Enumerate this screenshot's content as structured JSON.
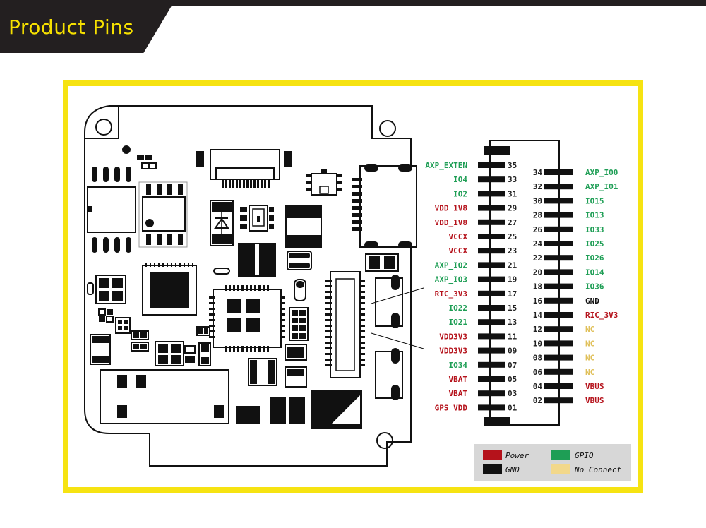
{
  "header": {
    "title": "Product Pins"
  },
  "colors": {
    "power": "#b5121b",
    "gpio": "#1e9e55",
    "gnd": "#111111",
    "nc": "#e0c05a",
    "frame": "#f6e312"
  },
  "left_pins": [
    {
      "label": "AXP_EXTEN",
      "num": "35",
      "type": "gpio"
    },
    {
      "label": "IO4",
      "num": "33",
      "type": "gpio"
    },
    {
      "label": "IO2",
      "num": "31",
      "type": "gpio"
    },
    {
      "label": "VDD_1V8",
      "num": "29",
      "type": "power"
    },
    {
      "label": "VDD_1V8",
      "num": "27",
      "type": "power"
    },
    {
      "label": "VCCX",
      "num": "25",
      "type": "power"
    },
    {
      "label": "VCCX",
      "num": "23",
      "type": "power"
    },
    {
      "label": "AXP_IO2",
      "num": "21",
      "type": "gpio"
    },
    {
      "label": "AXP_IO3",
      "num": "19",
      "type": "gpio"
    },
    {
      "label": "RTC_3V3",
      "num": "17",
      "type": "power"
    },
    {
      "label": "IO22",
      "num": "15",
      "type": "gpio"
    },
    {
      "label": "IO21",
      "num": "13",
      "type": "gpio"
    },
    {
      "label": "VDD3V3",
      "num": "11",
      "type": "power"
    },
    {
      "label": "VDD3V3",
      "num": "09",
      "type": "power"
    },
    {
      "label": "IO34",
      "num": "07",
      "type": "gpio"
    },
    {
      "label": "VBAT",
      "num": "05",
      "type": "power"
    },
    {
      "label": "VBAT",
      "num": "03",
      "type": "power"
    },
    {
      "label": "GPS_VDD",
      "num": "01",
      "type": "power"
    }
  ],
  "right_pins": [
    {
      "label": "AXP_IO0",
      "num": "34",
      "type": "gpio"
    },
    {
      "label": "AXP_IO1",
      "num": "32",
      "type": "gpio"
    },
    {
      "label": "IO15",
      "num": "30",
      "type": "gpio"
    },
    {
      "label": "IO13",
      "num": "28",
      "type": "gpio"
    },
    {
      "label": "IO33",
      "num": "26",
      "type": "gpio"
    },
    {
      "label": "IO25",
      "num": "24",
      "type": "gpio"
    },
    {
      "label": "IO26",
      "num": "22",
      "type": "gpio"
    },
    {
      "label": "IO14",
      "num": "20",
      "type": "gpio"
    },
    {
      "label": "IO36",
      "num": "18",
      "type": "gpio"
    },
    {
      "label": "GND",
      "num": "16",
      "type": "gnd"
    },
    {
      "label": "RIC_3V3",
      "num": "14",
      "type": "power"
    },
    {
      "label": "NC",
      "num": "12",
      "type": "nc"
    },
    {
      "label": "NC",
      "num": "10",
      "type": "nc"
    },
    {
      "label": "NC",
      "num": "08",
      "type": "nc"
    },
    {
      "label": "NC",
      "num": "06",
      "type": "nc"
    },
    {
      "label": "VBUS",
      "num": "04",
      "type": "power"
    },
    {
      "label": "VBUS",
      "num": "02",
      "type": "power"
    }
  ],
  "legend": [
    {
      "label": "Power",
      "type": "power"
    },
    {
      "label": "GPIO",
      "type": "gpio"
    },
    {
      "label": "GND",
      "type": "gnd"
    },
    {
      "label": "No Connect",
      "type": "nc"
    }
  ]
}
